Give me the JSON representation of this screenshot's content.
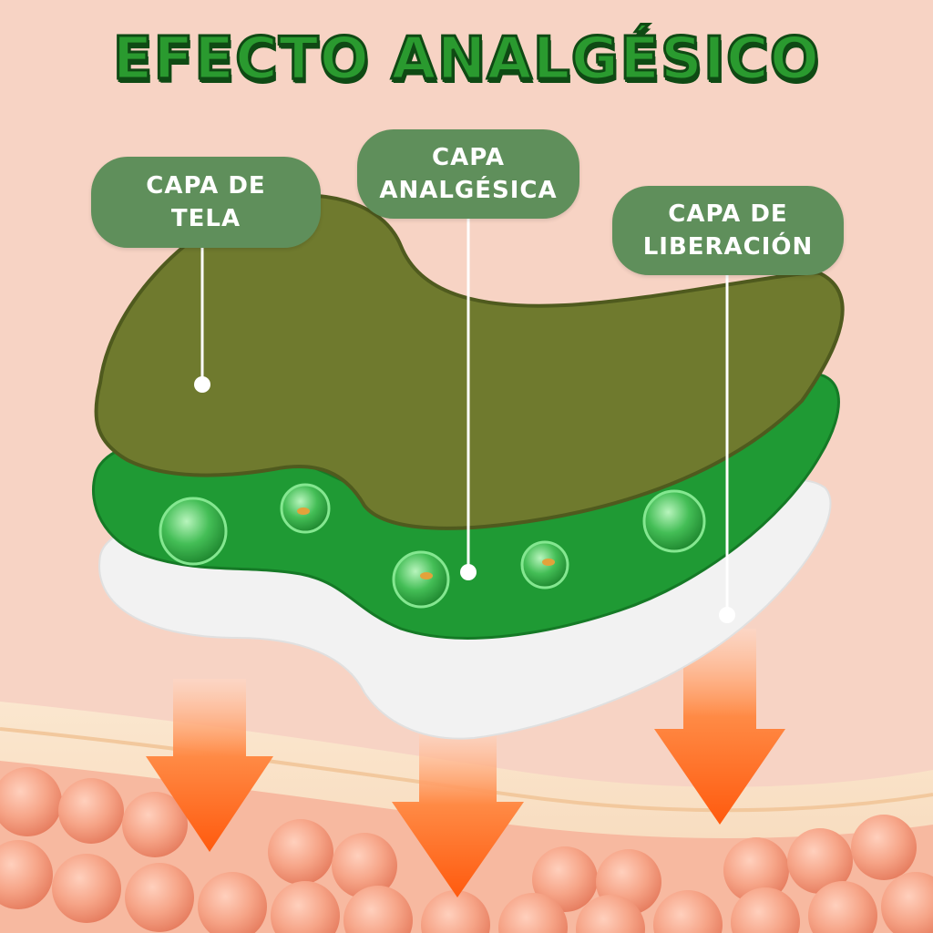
{
  "title": "EFECTO ANALGÉSICO",
  "labels": {
    "tela": {
      "line1": "CAPA DE",
      "line2": "TELA"
    },
    "analgesica": {
      "line1": "CAPA",
      "line2": "ANALGÉSICA"
    },
    "liberacion": {
      "line1": "CAPA DE",
      "line2": "LIBERACIÓN"
    }
  },
  "colors": {
    "background": "#f7d3c4",
    "title_fill": "#2a9a2f",
    "title_outline": "#0f4a14",
    "label_bg": "#5f8f5b",
    "fabric_layer": "#6f7a2e",
    "analgesic_layer": "#1f9a34",
    "release_layer": "#f1f1f1",
    "arrow": "#ff6a1a",
    "skin_cells": "#f4a083"
  },
  "icons": [
    "down-arrow-icon",
    "capsule-bubble-icon",
    "skin-cell-icon"
  ]
}
